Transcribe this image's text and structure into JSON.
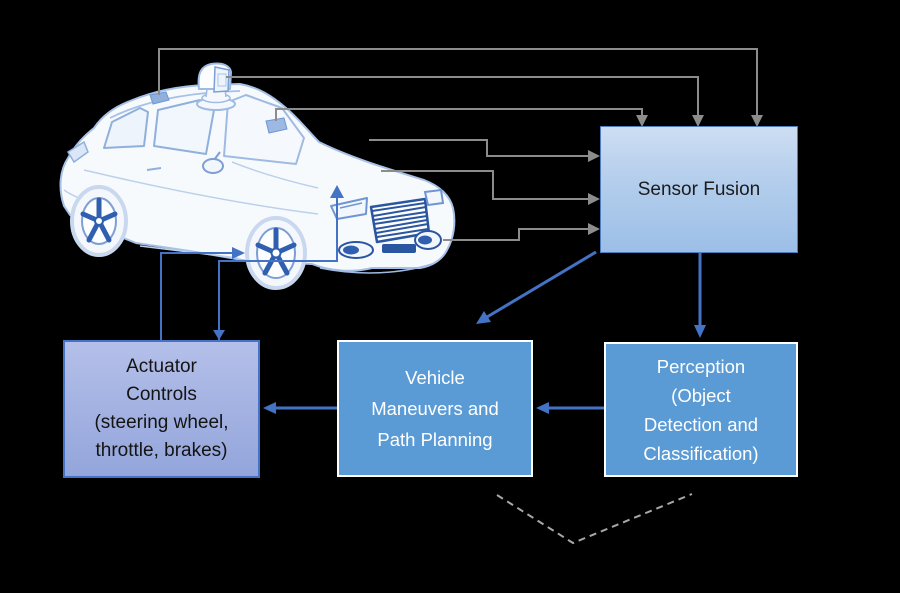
{
  "nodes": {
    "sensor_fusion": {
      "lines": [
        "Sensor Fusion"
      ]
    },
    "actuator_controls": {
      "lines": [
        "Actuator",
        "Controls",
        "(steering wheel,",
        "throttle, brakes)"
      ]
    },
    "vehicle_maneuvers": {
      "lines": [
        "Vehicle",
        "Maneuvers and",
        "Path Planning"
      ]
    },
    "perception": {
      "lines": [
        "Perception",
        "(Object",
        "Detection and",
        "Classification)"
      ]
    }
  },
  "colors": {
    "background": "#000000",
    "node_blue": "#5B9BD5",
    "node_border_white": "#FFFFFF",
    "sensor_fusion_fill_top": "#CDDEF2",
    "sensor_fusion_fill_bottom": "#9CBFE7",
    "sensor_fusion_border": "#4E7DC0",
    "actuator_fill_top": "#B4C0E9",
    "actuator_fill_bottom": "#93A5DB",
    "actuator_border": "#4472C4",
    "flow_arrow_blue": "#4472C4",
    "connector_gray": "#8C8C8C",
    "dashed_gray": "#A8A8A8",
    "text_dark": "#141414",
    "text_light": "#FFFFFF",
    "car_sketch_stroke": "#A6C0E6",
    "car_detail_navy": "#2A55A0"
  },
  "icons": {
    "car": "autonomous-car-sketch",
    "lidar": "roof-lidar-sensor-icon",
    "roof_sensor": "roof-sensor-icon",
    "windshield_sensor": "windshield-sensor-icon"
  }
}
